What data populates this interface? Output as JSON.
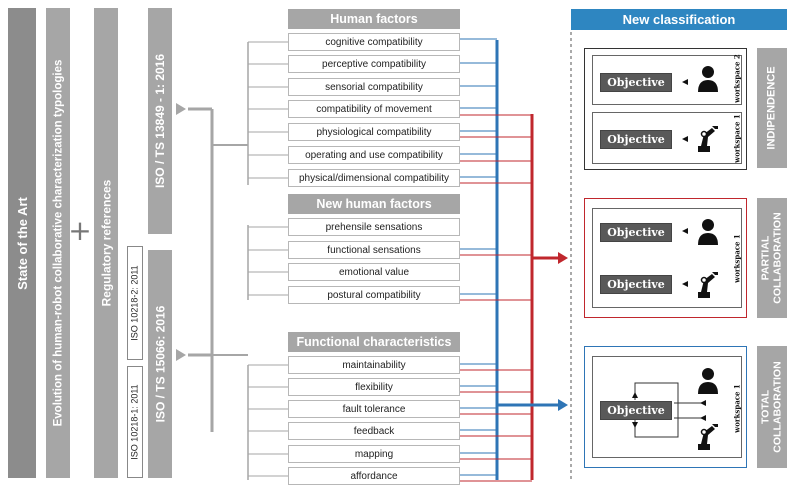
{
  "left_bars": {
    "state_of_art": "State of the Art",
    "evolution": "Evolution of human-robot collaborative characterization typologies",
    "plus": "+",
    "regulatory": "Regulatory references",
    "iso_13849": "ISO / TS 13849 - 1: 2016",
    "iso_15066": "ISO / TS 15066: 2016",
    "iso_10218_2": "ISO 10218-2: 2011",
    "iso_10218_1": "ISO 10218-1: 2011"
  },
  "human_factors": {
    "title": "Human factors",
    "items": [
      "cognitive compatibility",
      "perceptive compatibility",
      "sensorial compatibility",
      "compatibility of movement",
      "physiological compatibility",
      "operating and use compatibility",
      "physical/dimensional compatibility"
    ]
  },
  "new_human_factors": {
    "title": "New human factors",
    "items": [
      "prehensile sensations",
      "functional sensations",
      "emotional value",
      "postural compatibility"
    ]
  },
  "functional_characteristics": {
    "title": "Functional characteristics",
    "items": [
      "maintainability",
      "flexibility",
      "fault tolerance",
      "feedback",
      "mapping",
      "affordance"
    ]
  },
  "new_classification": {
    "title": "New classification",
    "panels": [
      {
        "label": "INDIPENDENCE",
        "objective_top": "Objective",
        "objective_bottom": "Objective",
        "workspace_top": "workspace 2",
        "workspace_bottom": "workspace 1",
        "color": "#1f1f1f"
      },
      {
        "label": "PARTIAL COLLABORATION",
        "objective_top": "Objective",
        "objective_bottom": "Objective",
        "workspace": "workspace 1",
        "color": "#c0272d"
      },
      {
        "label": "TOTAL COLLABORATION",
        "objective": "Objective",
        "workspace": "workspace 1",
        "color": "#2e75b6"
      }
    ]
  },
  "colors": {
    "gray": "#a6a6a6",
    "blue": "#2e75b6",
    "red": "#c0272d",
    "header_blue": "#2e86c1"
  }
}
